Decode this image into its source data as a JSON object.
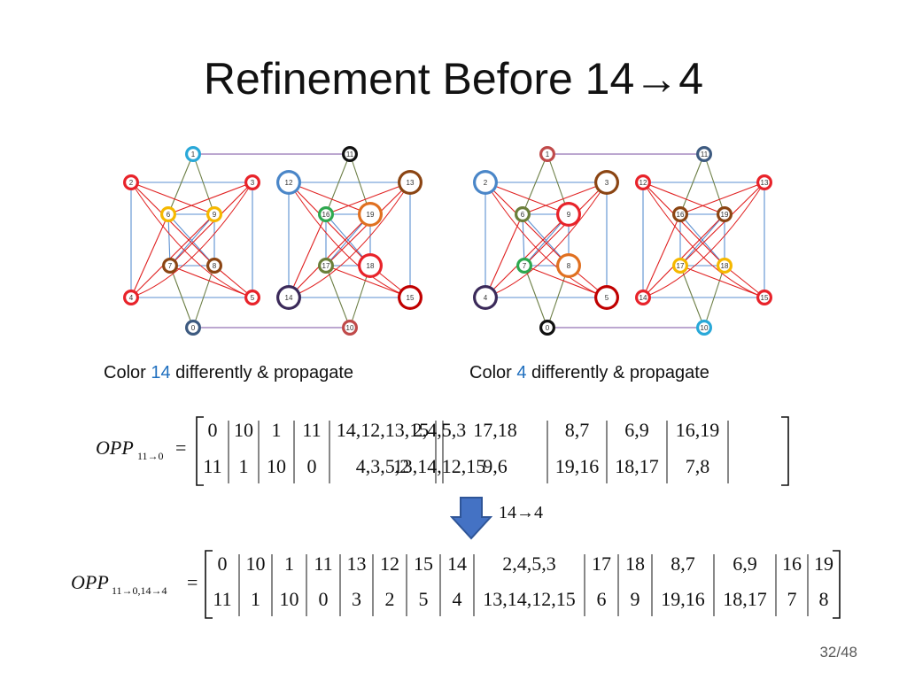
{
  "slide": {
    "title_text": "Refinement Before 14",
    "title_arrow": "→",
    "title_suffix": "4",
    "page_number": "32/48"
  },
  "captions": {
    "left": {
      "prefix": "Color ",
      "num": "14",
      "suffix": " differently & propagate"
    },
    "right": {
      "prefix": "Color ",
      "num": "4",
      "suffix": " differently & propagate"
    }
  },
  "colors": {
    "red": "#e8232a",
    "dark_red": "#c00000",
    "blue": "#4a86c8",
    "navy": "#3b2a5a",
    "brown": "#8b4513",
    "gold": "#f5b800",
    "orange": "#e07020",
    "green": "#2ea84f",
    "olive": "#6b7f3a",
    "cyan": "#29a8d8",
    "gray_blue": "#3d5a80",
    "black": "#111111",
    "edge_red": "#e02020",
    "edge_blue": "#5b8fd0",
    "edge_olive": "#6d7f47",
    "edge_purple": "#7a4fa0"
  },
  "graph_left": {
    "nodes": [
      {
        "id": "1",
        "fill": "#ffffff",
        "ring": "#29a8d8",
        "big": false
      },
      {
        "id": "2",
        "fill": "#ffffff",
        "ring": "#e8232a",
        "big": false
      },
      {
        "id": "3",
        "fill": "#ffffff",
        "ring": "#e8232a",
        "big": false
      },
      {
        "id": "6",
        "fill": "#ffffff",
        "ring": "#f5b800",
        "big": false
      },
      {
        "id": "9",
        "fill": "#ffffff",
        "ring": "#f5b800",
        "big": false
      },
      {
        "id": "7",
        "fill": "#ffffff",
        "ring": "#8b4513",
        "big": false
      },
      {
        "id": "8",
        "fill": "#ffffff",
        "ring": "#8b4513",
        "big": false
      },
      {
        "id": "4",
        "fill": "#ffffff",
        "ring": "#e8232a",
        "big": false
      },
      {
        "id": "5",
        "fill": "#ffffff",
        "ring": "#e8232a",
        "big": false
      },
      {
        "id": "0",
        "fill": "#ffffff",
        "ring": "#3d5a80",
        "big": false
      },
      {
        "id": "11",
        "fill": "#ffffff",
        "ring": "#111111",
        "big": false
      },
      {
        "id": "12",
        "fill": "#ffffff",
        "ring": "#4a86c8",
        "big": true
      },
      {
        "id": "13",
        "fill": "#ffffff",
        "ring": "#8b4513",
        "big": true
      },
      {
        "id": "16",
        "fill": "#ffffff",
        "ring": "#2ea84f",
        "big": false
      },
      {
        "id": "19",
        "fill": "#ffffff",
        "ring": "#e07020",
        "big": true
      },
      {
        "id": "17",
        "fill": "#ffffff",
        "ring": "#6b7f3a",
        "big": false
      },
      {
        "id": "18",
        "fill": "#ffffff",
        "ring": "#e8232a",
        "big": true
      },
      {
        "id": "14",
        "fill": "#ffffff",
        "ring": "#3b2a5a",
        "big": true
      },
      {
        "id": "15",
        "fill": "#ffffff",
        "ring": "#c00000",
        "big": true
      },
      {
        "id": "10",
        "fill": "#ffffff",
        "ring": "#c04a4a",
        "big": false
      }
    ]
  },
  "graph_right": {
    "nodes": [
      {
        "id": "2",
        "fill": "#ffffff",
        "ring": "#4a86c8",
        "big": true
      },
      {
        "id": "1",
        "fill": "#ffffff",
        "ring": "#c04a4a",
        "big": false
      },
      {
        "id": "3",
        "fill": "#ffffff",
        "ring": "#8b4513",
        "big": true
      },
      {
        "id": "6",
        "fill": "#ffffff",
        "ring": "#6b7f3a",
        "big": false
      },
      {
        "id": "9",
        "fill": "#ffffff",
        "ring": "#e8232a",
        "big": true
      },
      {
        "id": "7",
        "fill": "#ffffff",
        "ring": "#2ea84f",
        "big": false
      },
      {
        "id": "8",
        "fill": "#ffffff",
        "ring": "#e07020",
        "big": true
      },
      {
        "id": "4",
        "fill": "#ffffff",
        "ring": "#3b2a5a",
        "big": true
      },
      {
        "id": "5",
        "fill": "#ffffff",
        "ring": "#c00000",
        "big": true
      },
      {
        "id": "0",
        "fill": "#ffffff",
        "ring": "#111111",
        "big": false
      },
      {
        "id": "11",
        "fill": "#ffffff",
        "ring": "#3d5a80",
        "big": false
      },
      {
        "id": "12",
        "fill": "#ffffff",
        "ring": "#e8232a",
        "big": false
      },
      {
        "id": "13",
        "fill": "#ffffff",
        "ring": "#e8232a",
        "big": false
      },
      {
        "id": "16",
        "fill": "#ffffff",
        "ring": "#8b4513",
        "big": false
      },
      {
        "id": "19",
        "fill": "#ffffff",
        "ring": "#8b4513",
        "big": false
      },
      {
        "id": "17",
        "fill": "#ffffff",
        "ring": "#f5b800",
        "big": false
      },
      {
        "id": "18",
        "fill": "#ffffff",
        "ring": "#f5b800",
        "big": false
      },
      {
        "id": "14",
        "fill": "#ffffff",
        "ring": "#e8232a",
        "big": false
      },
      {
        "id": "15",
        "fill": "#ffffff",
        "ring": "#e8232a",
        "big": false
      },
      {
        "id": "10",
        "fill": "#ffffff",
        "ring": "#29a8d8",
        "big": false
      }
    ]
  },
  "opp1": {
    "label_main": "OPP",
    "label_sub": "11→0",
    "equals": "=",
    "top": [
      "0",
      "10",
      "1",
      "11",
      "14,12,13,15",
      "2,4,5,3",
      "17,18",
      "8,7",
      "6,9",
      "16,19"
    ],
    "bottom": [
      "11",
      "1",
      "10",
      "0",
      "4,3,5,2",
      "13,14,12,15",
      "9,6",
      "19,16",
      "18,17",
      "7,8"
    ]
  },
  "arrow": {
    "label_left": "14",
    "label_arrow": "→",
    "label_right": "4"
  },
  "opp2": {
    "label_main": "OPP",
    "label_sub": "11→0,14→4",
    "equals": "=",
    "top": [
      "0",
      "10",
      "1",
      "11",
      "13",
      "12",
      "15",
      "14",
      "2,4,5,3",
      "17",
      "18",
      "8,7",
      "6,9",
      "16",
      "19"
    ],
    "bottom": [
      "11",
      "1",
      "10",
      "0",
      "3",
      "2",
      "5",
      "4",
      "13,14,12,15",
      "6",
      "9",
      "19,16",
      "18,17",
      "7",
      "8"
    ]
  }
}
